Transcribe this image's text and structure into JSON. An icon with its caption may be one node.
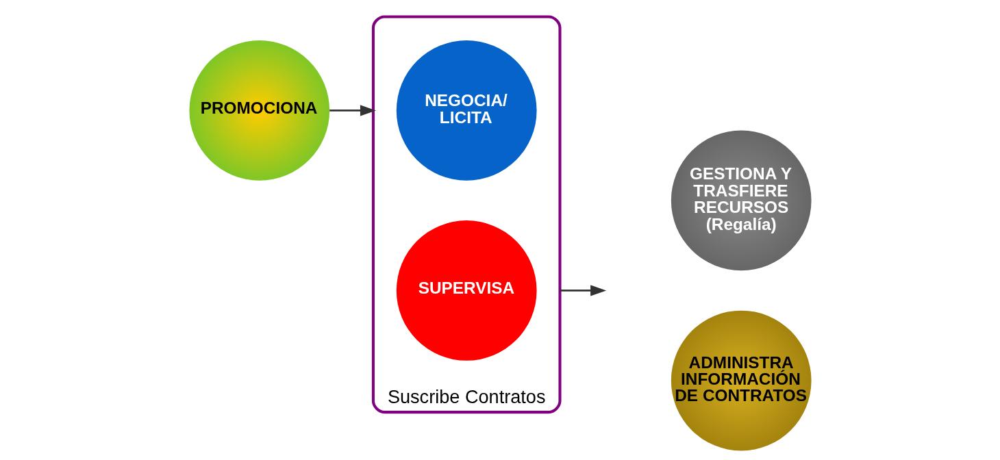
{
  "diagram": {
    "nodes": [
      {
        "text": [
          "PROMOCIONA"
        ]
      },
      {
        "text": [
          "Suscribe Contratos"
        ]
      },
      {
        "text": [
          "NEGOCIA/ LICITA"
        ],
        "in": 1
      },
      {
        "text": [
          "SUPERVISA"
        ],
        "in": 1
      },
      {
        "text": [
          "GESTIONA Y TRASFIERE RECURSOS (Regalía)"
        ]
      },
      {
        "text": [
          "ADMINISTRA INFORMACIÓN DE CONTRATOS"
        ]
      }
    ],
    "edges": [
      {
        "from": 0,
        "to": 1,
        "arrow": "to"
      },
      {
        "from": 1,
        "to": null,
        "arrow": "to"
      }
    ]
  }
}
